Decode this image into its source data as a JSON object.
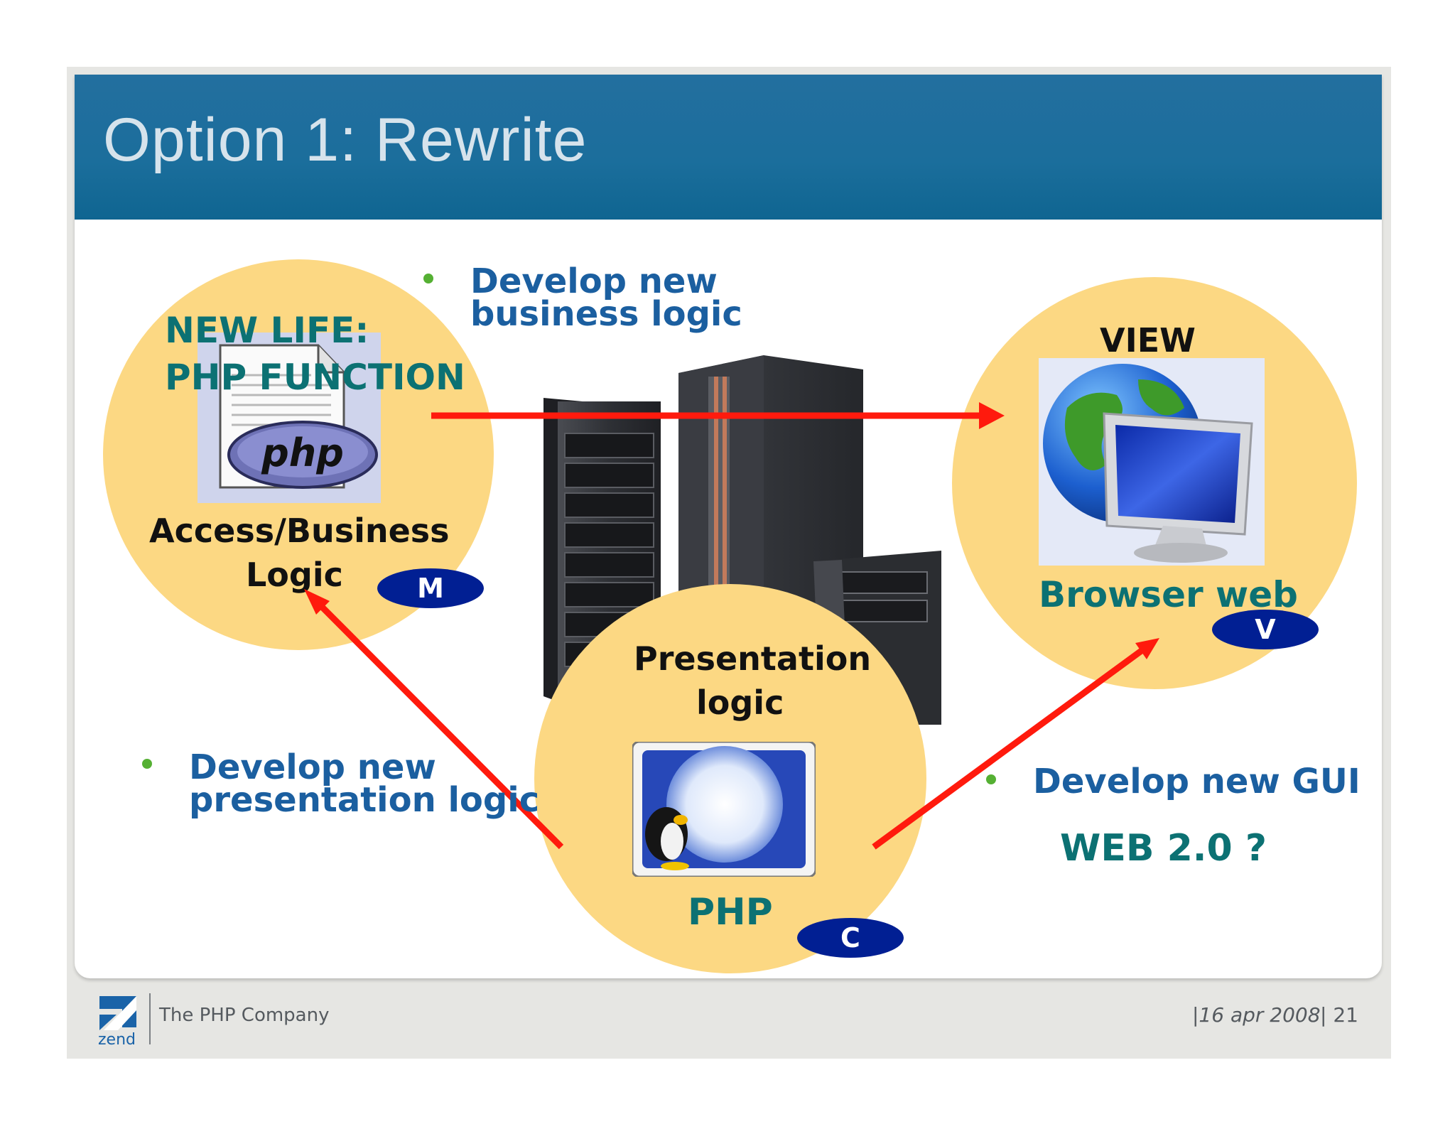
{
  "slide": {
    "title": "Option 1: Rewrite",
    "colors": {
      "header": "#1b6e9c",
      "circle": "#fcd883",
      "badge": "#011f93",
      "arrow": "#ff1a0d",
      "teal": "#0c7173",
      "blue": "#1b5fa0",
      "bullet": "#55b033"
    }
  },
  "model": {
    "heading_line1": "NEW LIFE:",
    "heading_line2": "PHP FUNCTION",
    "label_line1": "Access/Business",
    "label_line2": "Logic",
    "badge": "M",
    "icon": "php-file-icon",
    "icon_text": "php"
  },
  "view": {
    "heading": "VIEW",
    "label": "Browser web",
    "badge": "V",
    "icon": "globe-monitor-icon"
  },
  "controller": {
    "label_line1": "Presentation",
    "label_line2": "logic",
    "caption": "PHP",
    "badge": "C",
    "icon": "penguin-globe-icon"
  },
  "server": {
    "icon": "server-rack-icon"
  },
  "bullets": {
    "business_line1": "Develop new",
    "business_line2": "business logic",
    "presentation_line1": "Develop new",
    "presentation_line2": "presentation logic",
    "gui": "Develop new GUI",
    "web20": "WEB 2.0 ?"
  },
  "footer": {
    "logo_text": "zend",
    "company": "The PHP Company",
    "date": "|16 apr 2008",
    "page": "| 21"
  }
}
